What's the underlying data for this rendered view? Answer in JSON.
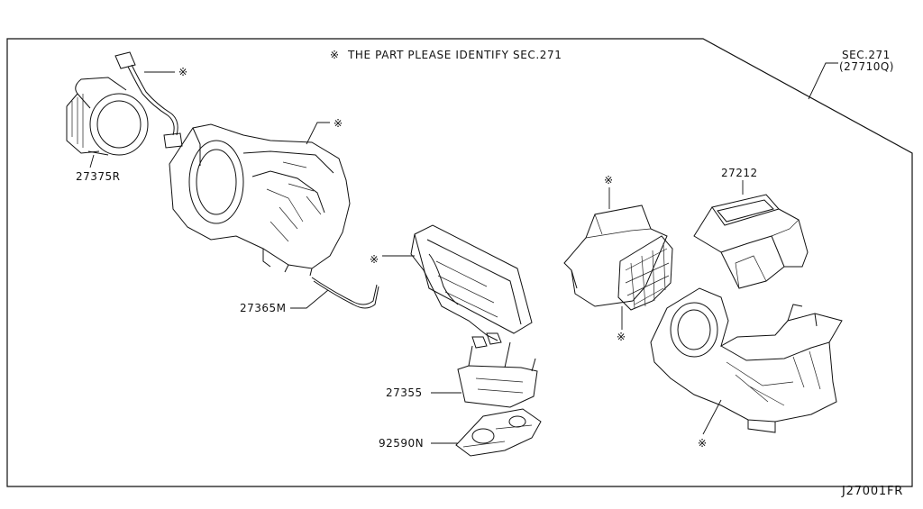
{
  "note": {
    "symbol": "※",
    "text": "THE PART PLEASE IDENTIFY SEC.271"
  },
  "section_ref": {
    "line1": "SEC.271",
    "line2": "(27710Q)"
  },
  "diagram_code": "J27001FR",
  "parts": [
    {
      "id": "fan-motor",
      "number": "27375R"
    },
    {
      "id": "blower-housing",
      "number": "※"
    },
    {
      "id": "harness-connector",
      "number": "※"
    },
    {
      "id": "sensor-wire",
      "number": "27365M"
    },
    {
      "id": "heater-core",
      "number": "※"
    },
    {
      "id": "bracket",
      "number": "27355"
    },
    {
      "id": "seal-plate",
      "number": "92590N"
    },
    {
      "id": "evaporator-cover",
      "number": "※"
    },
    {
      "id": "filter-grid",
      "number": "※"
    },
    {
      "id": "duct",
      "number": "27212"
    },
    {
      "id": "lower-case",
      "number": "※"
    }
  ]
}
